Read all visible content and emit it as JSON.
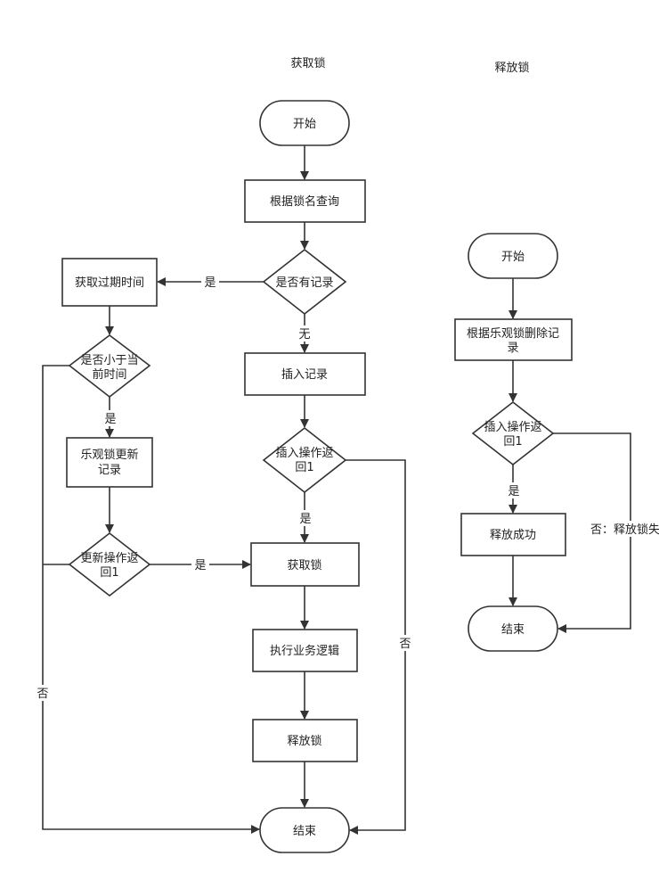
{
  "titles": {
    "acquire": "获取锁",
    "release": "释放锁"
  },
  "acquire": {
    "start": "开始",
    "query": "根据锁名查询",
    "has_record": "是否有记录",
    "get_expire": "获取过期时间",
    "less_than_now": [
      "是否小于当",
      "前时间"
    ],
    "optimistic_update": [
      "乐观锁更新",
      "记录"
    ],
    "update_returns": [
      "更新操作返",
      "回1"
    ],
    "insert": "插入记录",
    "insert_returns": [
      "插入操作返",
      "回1"
    ],
    "got_lock": "获取锁",
    "business": "执行业务逻辑",
    "release_lock": "释放锁",
    "end": "结束"
  },
  "release": {
    "start": "开始",
    "delete": [
      "根据乐观锁删除记",
      "录"
    ],
    "insert_returns": [
      "插入操作返",
      "回1"
    ],
    "success": "释放成功",
    "end": "结束"
  },
  "edge_labels": {
    "yes": "是",
    "no": "否",
    "none": "无",
    "release_fail": "否：释放锁失"
  }
}
